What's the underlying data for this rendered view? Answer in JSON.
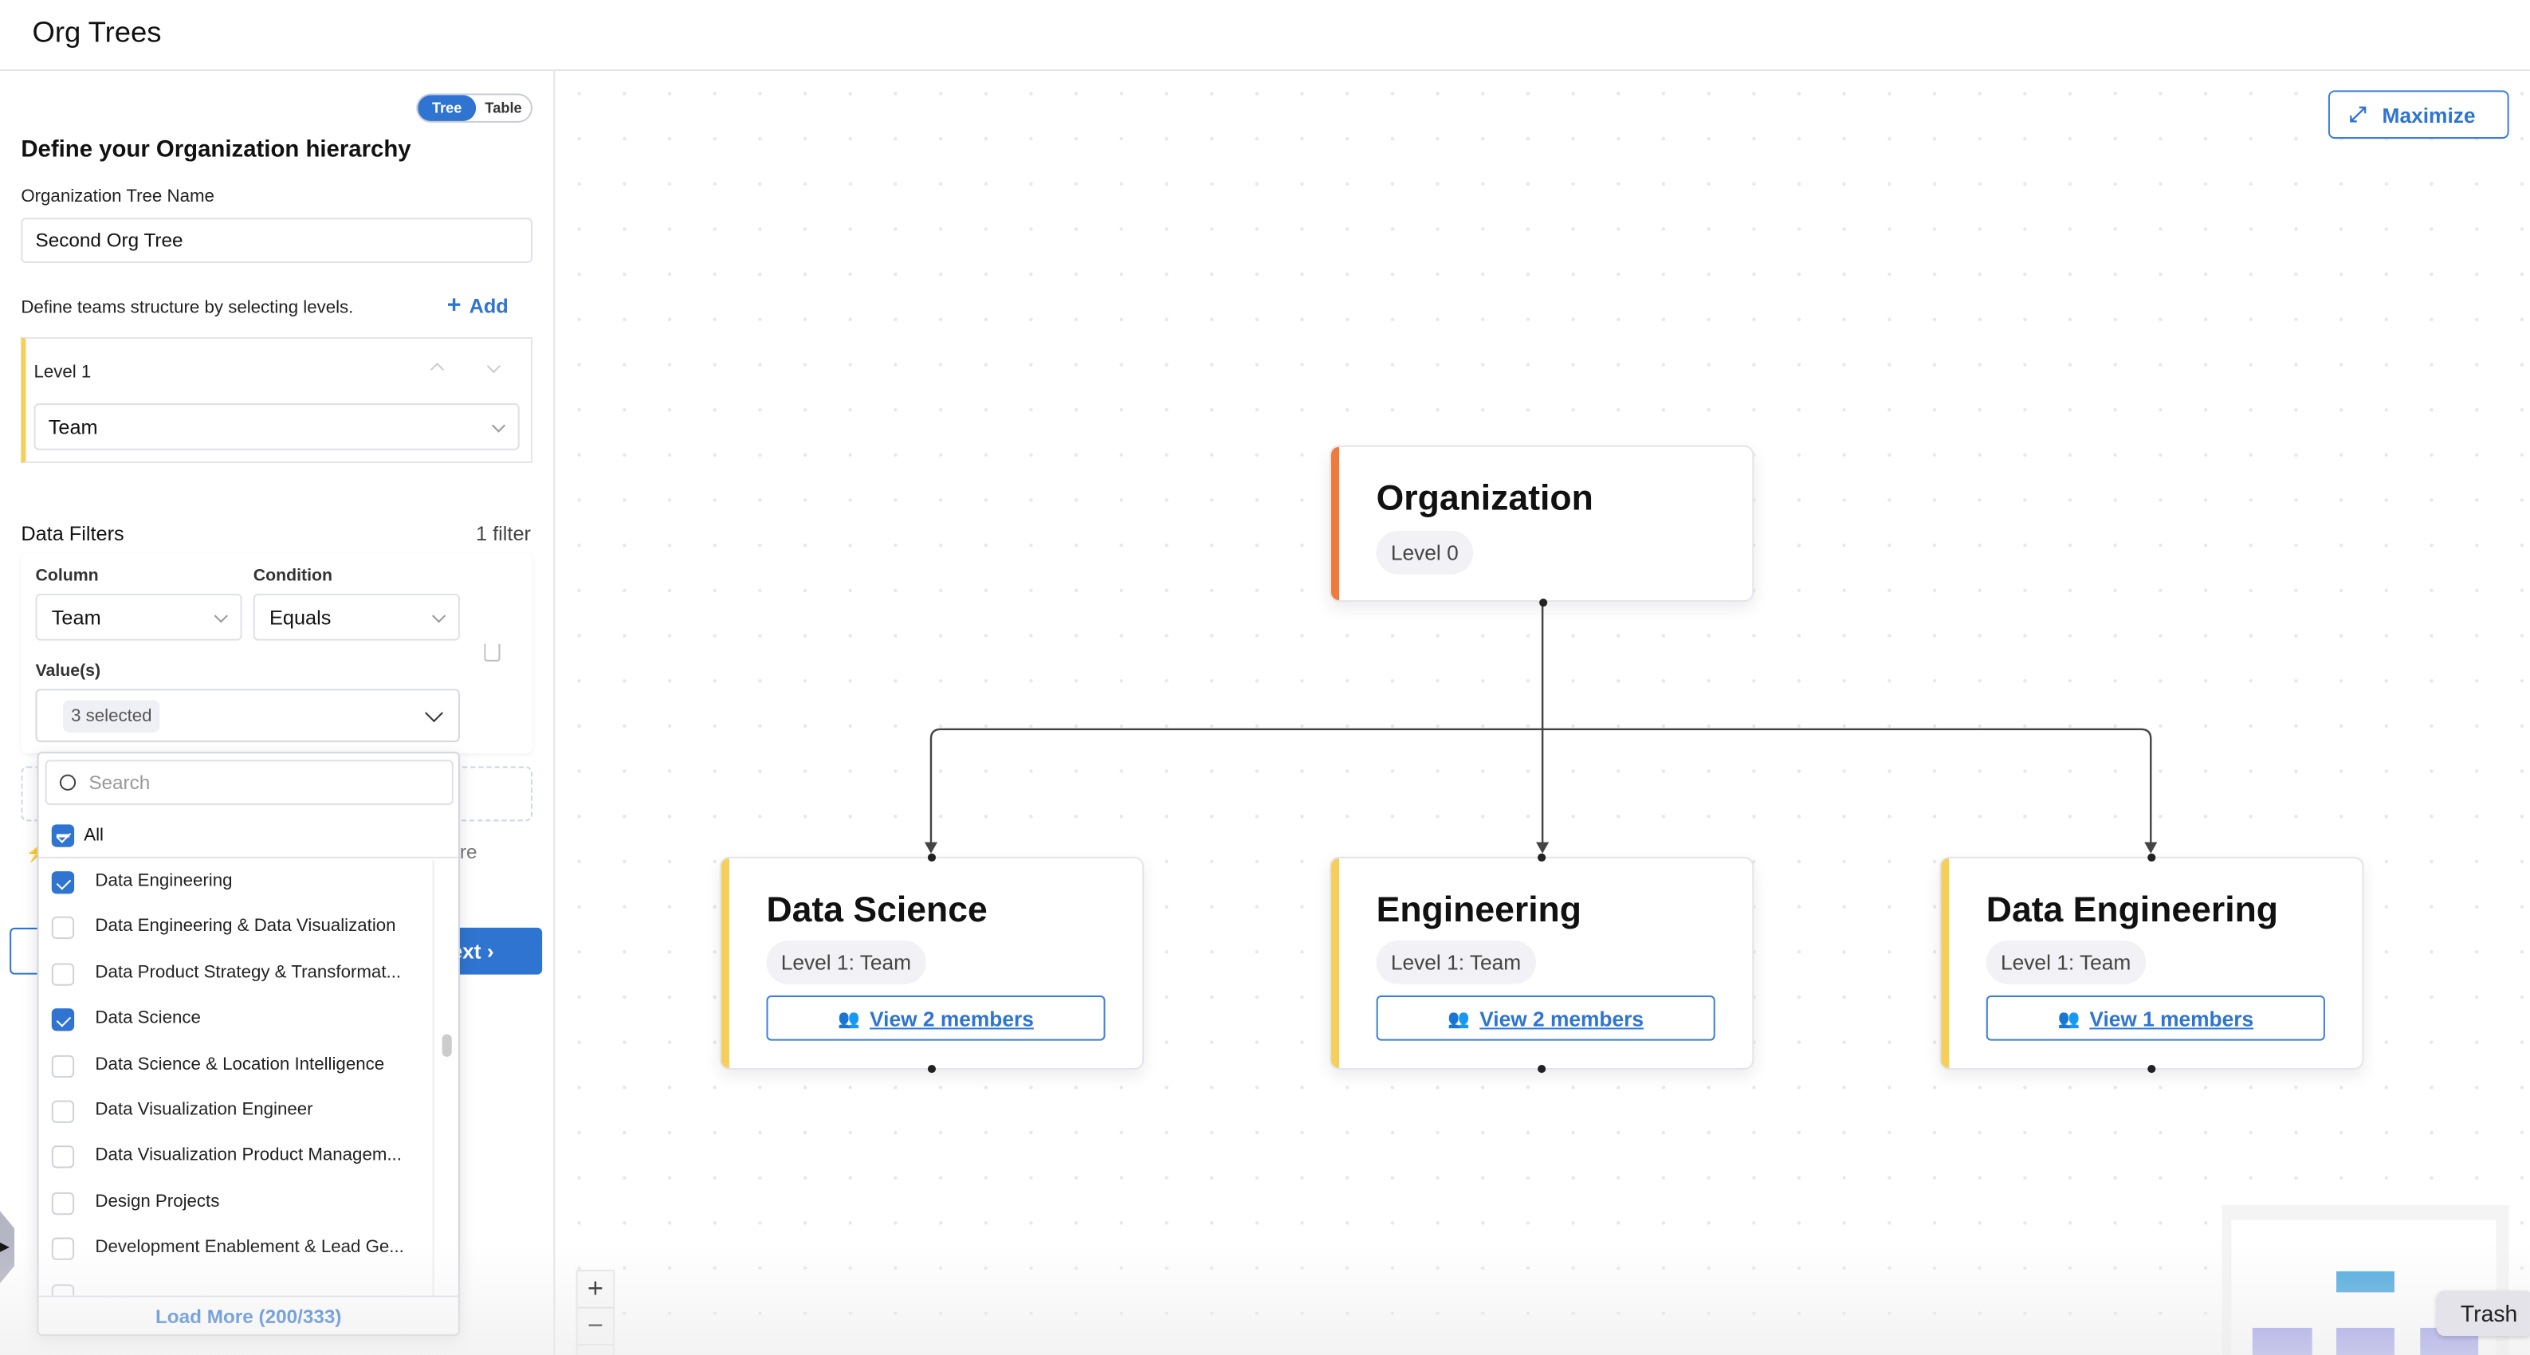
{
  "header": {
    "title": "Org Trees"
  },
  "left": {
    "toggle": {
      "tree": "Tree",
      "table": "Table",
      "active": "Tree"
    },
    "heading": "Define your Organization hierarchy",
    "tree_name_label": "Organization Tree Name",
    "tree_name_value": "Second Org Tree",
    "levels_hint": "Define teams structure by selecting levels.",
    "add_label": "Add",
    "levels": [
      {
        "label": "Level 1",
        "value": "Team"
      }
    ],
    "filters_title": "Data Filters",
    "filters_count": "1 filter",
    "filter": {
      "column_label": "Column",
      "column_value": "Team",
      "condition_label": "Condition",
      "condition_value": "Equals",
      "values_label": "Value(s)",
      "values_chip": "3 selected"
    },
    "partial_text": "re",
    "next_label": "Next"
  },
  "dropdown": {
    "search_placeholder": "Search",
    "all_label": "All",
    "items": [
      {
        "label": "Data Engineering",
        "checked": true
      },
      {
        "label": "Data Engineering & Data Visualization",
        "checked": false
      },
      {
        "label": "Data Product Strategy & Transformat...",
        "checked": false
      },
      {
        "label": "Data Science",
        "checked": true
      },
      {
        "label": "Data Science & Location Intelligence",
        "checked": false
      },
      {
        "label": "Data Visualization Engineer",
        "checked": false
      },
      {
        "label": "Data Visualization Product Managem...",
        "checked": false
      },
      {
        "label": "Design Projects",
        "checked": false
      },
      {
        "label": "Development Enablement & Lead Ge...",
        "checked": false
      }
    ],
    "load_more": "Load More (200/333)"
  },
  "canvas": {
    "maximize_label": "Maximize",
    "root": {
      "title": "Organization",
      "level": "Level 0",
      "color": "#ee7a3c"
    },
    "children": [
      {
        "title": "Data Science",
        "level": "Level 1: Team",
        "members": "View 2 members",
        "color": "#f5cf5a"
      },
      {
        "title": "Engineering",
        "level": "Level 1: Team",
        "members": "View 2 members",
        "color": "#f5cf5a"
      },
      {
        "title": "Data Engineering",
        "level": "Level 1: Team",
        "members": "View 1 members",
        "color": "#f5cf5a"
      }
    ],
    "zoom_in": "+",
    "zoom_out": "−",
    "tooltip": "Trash"
  },
  "colors": {
    "accent": "#2f74d0",
    "level1": "#f5cf5a",
    "root": "#ee7a3c",
    "minimap_root": "#4aa8de",
    "minimap_child": "#9494e8"
  }
}
